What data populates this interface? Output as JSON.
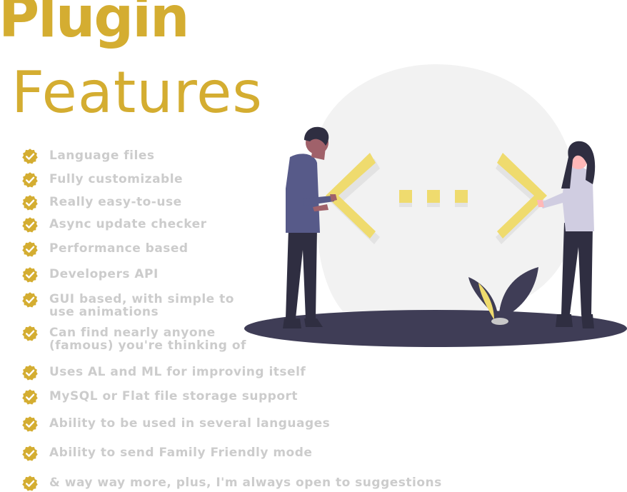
{
  "title": {
    "line1": "Plugin",
    "line2": "Features"
  },
  "colors": {
    "accent": "#d4ad31",
    "feature_text": "#cccccc",
    "arrows": "#efdb6e",
    "ground": "#3f3d56"
  },
  "features": [
    {
      "lines": [
        "Language files"
      ],
      "icon": "check-badge-icon"
    },
    {
      "lines": [
        "Fully customizable"
      ],
      "icon": "check-badge-icon"
    },
    {
      "lines": [
        "Really easy-to-use"
      ],
      "icon": "check-badge-icon"
    },
    {
      "lines": [
        "Async update checker"
      ],
      "icon": "check-badge-icon"
    },
    {
      "lines": [
        "Performance based"
      ],
      "icon": "check-badge-icon"
    },
    {
      "lines": [
        "Developers API"
      ],
      "icon": "check-badge-icon"
    },
    {
      "lines": [
        "GUI based, with simple to",
        "use animations"
      ],
      "icon": "check-badge-icon"
    },
    {
      "lines": [
        "Can find nearly anyone",
        "(famous) you're thinking of"
      ],
      "icon": "check-badge-icon"
    },
    {
      "lines": [
        "Uses AL and ML for improving itself"
      ],
      "icon": "check-badge-icon"
    },
    {
      "lines": [
        "MySQL or Flat file storage support"
      ],
      "icon": "check-badge-icon"
    },
    {
      "lines": [
        "Ability to be used in several languages"
      ],
      "icon": "check-badge-icon"
    },
    {
      "lines": [
        "Ability to send Family Friendly mode"
      ],
      "icon": "check-badge-icon"
    },
    {
      "lines": [
        "& way way more, plus, I'm always open to suggestions"
      ],
      "icon": "check-badge-icon"
    }
  ],
  "illustration": {
    "subject": "two people holding code brackets"
  }
}
